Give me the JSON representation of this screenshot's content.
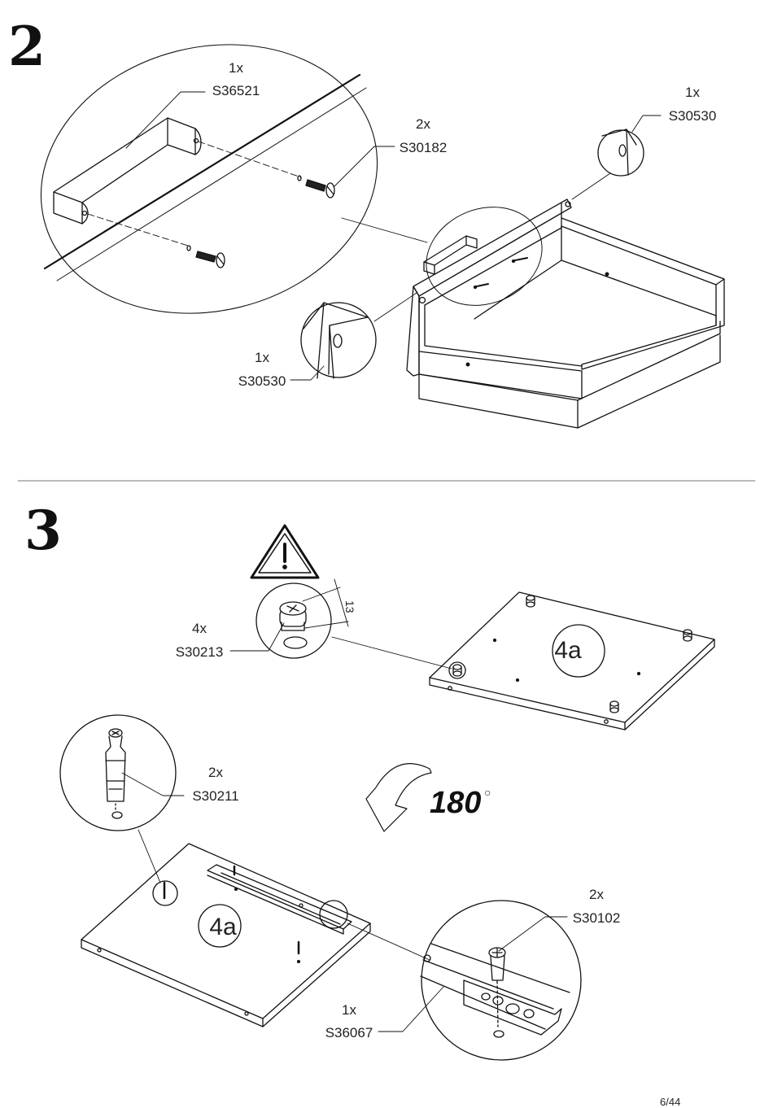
{
  "steps": {
    "step2": {
      "number": "2",
      "parts": {
        "handle": {
          "qty": "1x",
          "code": "S36521"
        },
        "screw": {
          "qty": "2x",
          "code": "S30182"
        },
        "cam_right": {
          "qty": "1x",
          "code": "S30530"
        },
        "cam_left": {
          "qty": "1x",
          "code": "S30530"
        }
      }
    },
    "step3": {
      "number": "3",
      "dimension": "13",
      "parts": {
        "cam_lock": {
          "qty": "4x",
          "code": "S30213"
        },
        "dowel": {
          "qty": "2x",
          "code": "S30211"
        },
        "screw": {
          "qty": "2x",
          "code": "S30102"
        },
        "runner": {
          "qty": "1x",
          "code": "S36067"
        }
      },
      "panel_label_top": "4a",
      "panel_label_bottom": "4a",
      "rotation": "180",
      "degree_symbol": "○"
    }
  },
  "footer": {
    "page": "6/44"
  }
}
